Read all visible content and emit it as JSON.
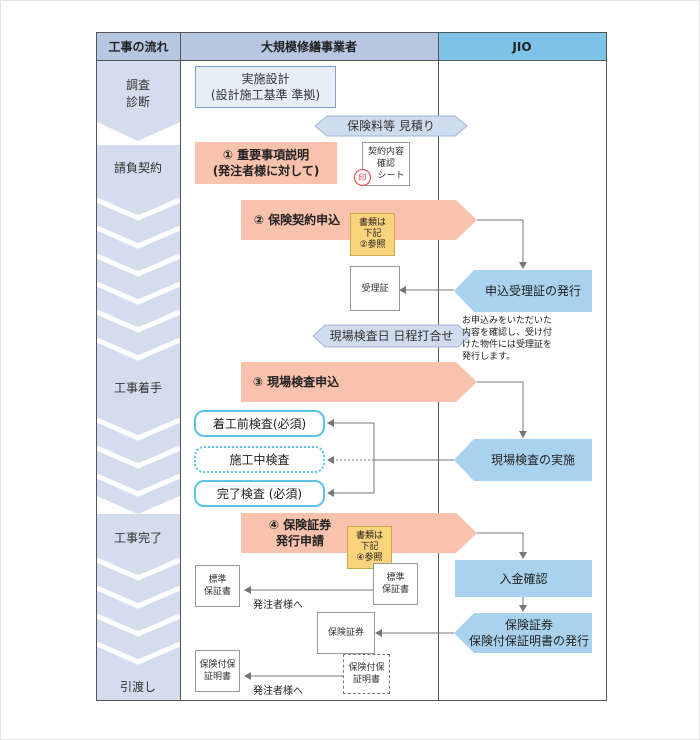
{
  "headers": {
    "flow": "工事の流れ",
    "builder": "大規模修繕事業者",
    "jio": "JIO"
  },
  "stages": {
    "survey_1": "調査",
    "survey_2": "診断",
    "contract": "請負契約",
    "start": "工事着手",
    "complete": "工事完了",
    "handover": "引渡し"
  },
  "boxes": {
    "design_1": "実施設計",
    "design_2": "(設計施工基準 準拠)",
    "quote": "保険料等 見積り",
    "important_1": "① 重要事項説明",
    "important_2": "(発注者様に対して)",
    "contract_check_1": "契約内容",
    "contract_check_2": "確認",
    "contract_check_3": "シート",
    "seal": "印",
    "apply": "② 保険契約申込",
    "docs2_1": "書類は",
    "docs2_2": "下記",
    "docs2_3": "②参照",
    "receipt_doc": "受理証",
    "receipt_issue": "申込受理証の発行",
    "receipt_note_1": "お申込みをいただいた",
    "receipt_note_2": "内容を確認し、受け付",
    "receipt_note_3": "けた物件には受理証を",
    "receipt_note_4": "発行します。",
    "schedule": "現場検査日 日程打合せ",
    "inspect_apply": "③ 現場検査申込",
    "pre_inspect": "着工前検査(必須)",
    "mid_inspect": "施工中検査",
    "final_inspect": "完了検査 (必須)",
    "inspect_do": "現場検査の実施",
    "cert_apply_1": "④ 保険証券",
    "cert_apply_2": "発行申請",
    "docs4_1": "書類は",
    "docs4_2": "下記",
    "docs4_3": "④参照",
    "std_cert_left_1": "標準",
    "std_cert_left_2": "保証書",
    "std_cert_right_1": "標準",
    "std_cert_right_2": "保証書",
    "to_client_1": "発注者様へ",
    "payment": "入金確認",
    "policy_doc": "保険証券",
    "policy_issue_1": "保険証券",
    "policy_issue_2": "保険付保証明書の発行",
    "ins_cert_left_1": "保険付保",
    "ins_cert_left_2": "証明書",
    "ins_cert_right_1": "保険付保",
    "ins_cert_right_2": "証明書",
    "to_client_2": "発注者様へ"
  },
  "colors": {
    "header_flow": "#b7c7e2",
    "header_builder": "#b7c7e2",
    "header_jio": "#7fc3e9",
    "chevron": "#d3ddee",
    "pink": "#f8c2ad",
    "jio_box": "#a9d2ee",
    "round_border": "#5bc3e8",
    "sticky": "#fcd37d"
  }
}
